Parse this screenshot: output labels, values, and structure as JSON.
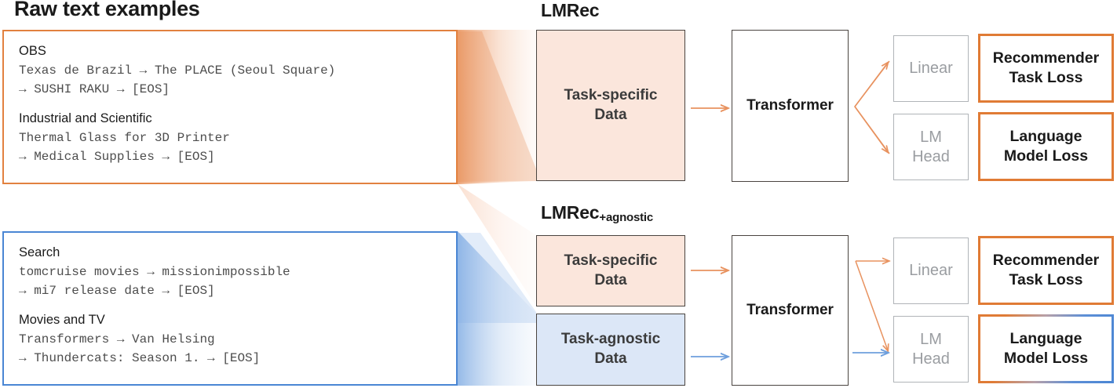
{
  "headings": {
    "raw": "Raw text examples",
    "lmrec": "LMRec",
    "lmrec_agnostic_base": "LMRec",
    "lmrec_agnostic_sub": "+agnostic"
  },
  "raw_examples": {
    "orange_panel": [
      {
        "title": "OBS",
        "lines": [
          "Texas de Brazil → The PLACE (Seoul Square)",
          "→ SUSHI RAKU → [EOS]"
        ]
      },
      {
        "title": "Industrial and Scientific",
        "lines": [
          "Thermal Glass for 3D Printer",
          "→ Medical Supplies → [EOS]"
        ]
      }
    ],
    "blue_panel": [
      {
        "title": "Search",
        "lines": [
          "tomcruise movies → missionimpossible",
          "→ mi7 release date → [EOS]"
        ]
      },
      {
        "title": "Movies and TV",
        "lines": [
          "Transformers → Van Helsing",
          "→ Thundercats: Season 1. → [EOS]"
        ]
      }
    ]
  },
  "pipelines": {
    "lmrec": {
      "task_specific": "Task-specific\nData",
      "transformer": "Transformer",
      "linear": "Linear",
      "lm_head": "LM\nHead",
      "recommender_loss": "Recommender\nTask Loss",
      "language_model_loss": "Language\nModel Loss"
    },
    "lmrec_agnostic": {
      "task_specific": "Task-specific\nData",
      "task_agnostic": "Task-agnostic\nData",
      "transformer": "Transformer",
      "linear": "Linear",
      "lm_head": "LM\nHead",
      "recommender_loss": "Recommender\nTask Loss",
      "language_model_loss": "Language\nModel Loss"
    }
  },
  "colors": {
    "orange_border": "#e2813f",
    "orange_accent": "#e07b35",
    "blue_border": "#4a86d4",
    "peach_fill": "#fbe6dc",
    "blue_fill": "#dce7f7",
    "box_border": "#4a4440",
    "head_border": "#b0b4b8",
    "head_text": "#9a9da1",
    "arrow_orange": "#eb9a6d",
    "arrow_blue": "#6e9fdd"
  }
}
